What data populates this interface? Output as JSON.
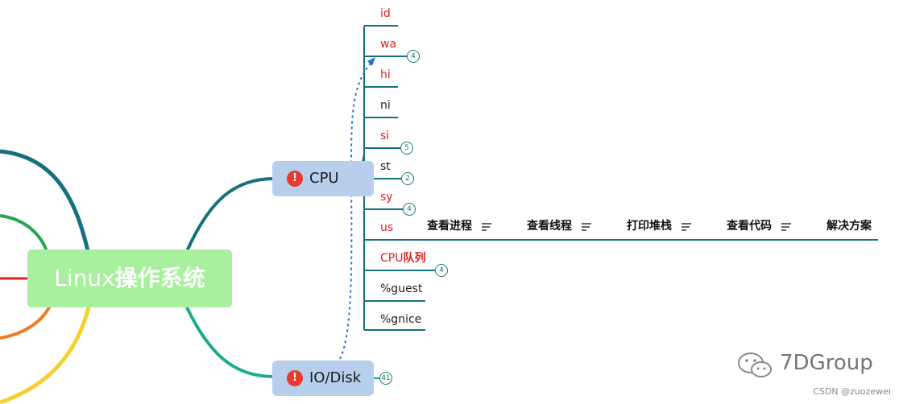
{
  "root": {
    "latin": "Linux",
    "cjk": "操作系统"
  },
  "main_nodes": {
    "cpu": "CPU",
    "io": "IO/Disk"
  },
  "cpu_items": [
    {
      "label": "id",
      "color": "red"
    },
    {
      "label": "wa",
      "color": "red"
    },
    {
      "label": "hi",
      "color": "red"
    },
    {
      "label": "ni",
      "color": "dark"
    },
    {
      "label": "si",
      "color": "red"
    },
    {
      "label": "st",
      "color": "dark"
    },
    {
      "label": "sy",
      "color": "red"
    },
    {
      "label": "us",
      "color": "red"
    },
    {
      "label_latin": "CPU",
      "label_cjk": "队列",
      "color": "red"
    },
    {
      "label": "%guest",
      "color": "dark"
    },
    {
      "label": "%gnice",
      "color": "dark"
    }
  ],
  "badges": {
    "wa": "4",
    "si": "5",
    "st": "2",
    "sy": "4",
    "cpu_queue": "4",
    "io": "41"
  },
  "us_steps": [
    "查看进程",
    "查看线程",
    "打印堆栈",
    "查看代码",
    "解决方案"
  ],
  "watermark": {
    "brand": "7DGroup",
    "credit": "CSDN @zuozewei"
  },
  "colors": {
    "root_bg": "#a8ef9e",
    "node_bg": "#b7cfec",
    "cpu_branch": "#157080",
    "io_branch": "#1dab8d",
    "leaf_red": "#e0201f",
    "link_dashed": "#2f6fce"
  }
}
